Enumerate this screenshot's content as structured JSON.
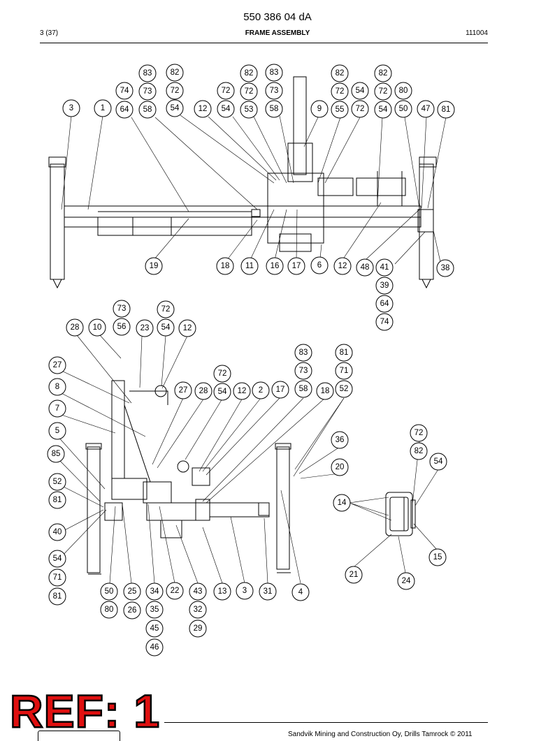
{
  "header": {
    "document_number": "550 386 04 dA",
    "page": "3 (37)",
    "section_title": "FRAME ASSEMBLY",
    "date_code": "111004"
  },
  "footer": {
    "copyright": "Sandvik Mining and Construction Oy, Drills Tamrock © 2011",
    "ref_stamp": "REF: 1"
  },
  "colors": {
    "stamp": "#e01010",
    "line": "#000000"
  },
  "callouts": [
    "83",
    "82",
    "82",
    "83",
    "82",
    "82",
    "74",
    "73",
    "72",
    "72",
    "72",
    "73",
    "72",
    "54",
    "72",
    "80",
    "3",
    "1",
    "64",
    "58",
    "54",
    "12",
    "54",
    "53",
    "58",
    "9",
    "55",
    "72",
    "54",
    "50",
    "47",
    "81",
    "19",
    "18",
    "11",
    "16",
    "17",
    "6",
    "12",
    "48",
    "41",
    "38",
    "39",
    "64",
    "74",
    "73",
    "72",
    "28",
    "10",
    "56",
    "23",
    "54",
    "12",
    "83",
    "81",
    "27",
    "73",
    "71",
    "72",
    "8",
    "27",
    "28",
    "54",
    "12",
    "2",
    "17",
    "58",
    "18",
    "52",
    "7",
    "5",
    "36",
    "72",
    "85",
    "82",
    "54",
    "20",
    "52",
    "81",
    "14",
    "40",
    "15",
    "54",
    "71",
    "21",
    "24",
    "81",
    "50",
    "25",
    "34",
    "22",
    "43",
    "13",
    "3",
    "31",
    "4",
    "80",
    "26",
    "35",
    "32",
    "45",
    "29",
    "46"
  ]
}
